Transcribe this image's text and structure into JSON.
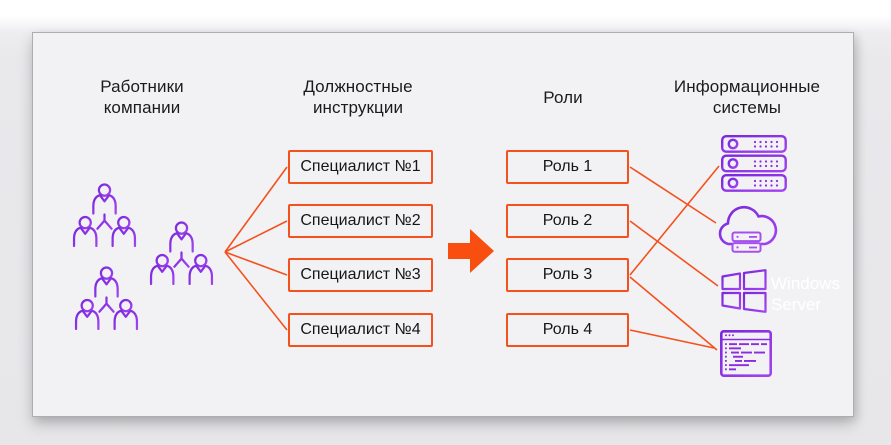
{
  "diagram": {
    "headers": {
      "employees": "Работники компании",
      "jobs": "Должностные инструкции",
      "roles": "Роли",
      "systems": "Информационные системы"
    },
    "job_boxes": [
      "Специалист №1",
      "Специалист №2",
      "Специалист №3",
      "Специалист №4"
    ],
    "role_boxes": [
      "Роль 1",
      "Роль 2",
      "Роль 3",
      "Роль 4"
    ],
    "windows_server_label": "Windows Server",
    "icons": {
      "employees": [
        "team-of-three-people-icon",
        "team-of-three-people-icon",
        "team-of-three-people-icon"
      ],
      "flow": "right-arrow-icon",
      "systems": [
        "server-rack-icon",
        "cloud-server-icon",
        "windows-server-icon",
        "code-window-icon"
      ]
    },
    "connections": {
      "employees_to_jobs": [
        "Специалист №1",
        "Специалист №2",
        "Специалист №3",
        "Специалист №4"
      ],
      "jobs_to_roles": "arrow",
      "roles_to_systems": [
        {
          "role": "Роль 1",
          "system": "cloud-server-icon"
        },
        {
          "role": "Роль 2",
          "system": "windows-server-icon"
        },
        {
          "role": "Роль 3",
          "system": "server-rack-icon"
        },
        {
          "role": "Роль 3",
          "system": "code-window-icon"
        },
        {
          "role": "Роль 4",
          "system": "code-window-icon"
        }
      ]
    },
    "colors": {
      "accent_orange": "#F4511E",
      "icon_purple": "#8B2BE2",
      "card_background": "#F2F2F4",
      "windows_text": "#FFFFFF"
    }
  }
}
